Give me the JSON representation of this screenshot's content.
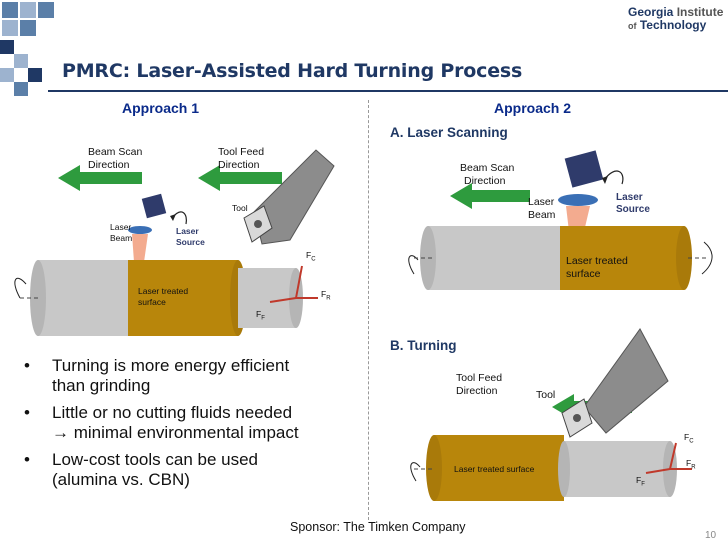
{
  "slide": {
    "title": "PMRC:  Laser-Assisted Hard Turning Process",
    "sponsor": "Sponsor: The Timken Company",
    "page_number": "10",
    "logo_institute": [
      "Georgia",
      "Institute",
      "of",
      "Technology"
    ]
  },
  "approach1": {
    "heading": "Approach 1",
    "beam_scan_direction": [
      "Beam Scan",
      "Direction"
    ],
    "tool_feed_direction": [
      "Tool Feed",
      "Direction"
    ],
    "tool": "Tool",
    "laser_beam": [
      "Laser",
      "Beam"
    ],
    "laser_source": [
      "Laser",
      "Source"
    ],
    "laser_treated_surface": [
      "Laser treated",
      "surface"
    ],
    "fc": "F",
    "fc_sub": "C",
    "fr": "F",
    "fr_sub": "R",
    "ff": "F",
    "ff_sub": "F"
  },
  "approach2": {
    "heading": "Approach 2",
    "scanning": {
      "title": "A. Laser Scanning",
      "beam_scan_direction": [
        "Beam Scan",
        "Direction"
      ],
      "laser_beam": [
        "Laser",
        "Beam"
      ],
      "laser_source": [
        "Laser",
        "Source"
      ],
      "laser_treated_surface": [
        "Laser treated",
        "surface"
      ]
    },
    "turning": {
      "title": "B. Turning",
      "tool_feed_direction": [
        "Tool Feed",
        "Direction"
      ],
      "tool": "Tool",
      "laser_treated_surface": "Laser treated surface",
      "fc": "F",
      "fc_sub": "C",
      "fr": "F",
      "fr_sub": "R",
      "ff": "F",
      "ff_sub": "F"
    }
  },
  "bullets": [
    {
      "marker": "•",
      "lines": [
        "Turning is more energy efficient",
        "than grinding"
      ]
    },
    {
      "marker": "•",
      "lines": [
        "Little or no cutting fluids needed",
        "→ minimal environmental impact"
      ]
    },
    {
      "marker": "•",
      "lines": [
        "Low-cost tools can be used",
        "(alumina vs. CBN)"
      ]
    }
  ],
  "colors": {
    "title": "#1f3864",
    "arrow_green": "#2e9b3e",
    "treated_gold": "#b8860b",
    "workpiece_gray": "#c8c8c8",
    "force_red": "#c0392b"
  }
}
